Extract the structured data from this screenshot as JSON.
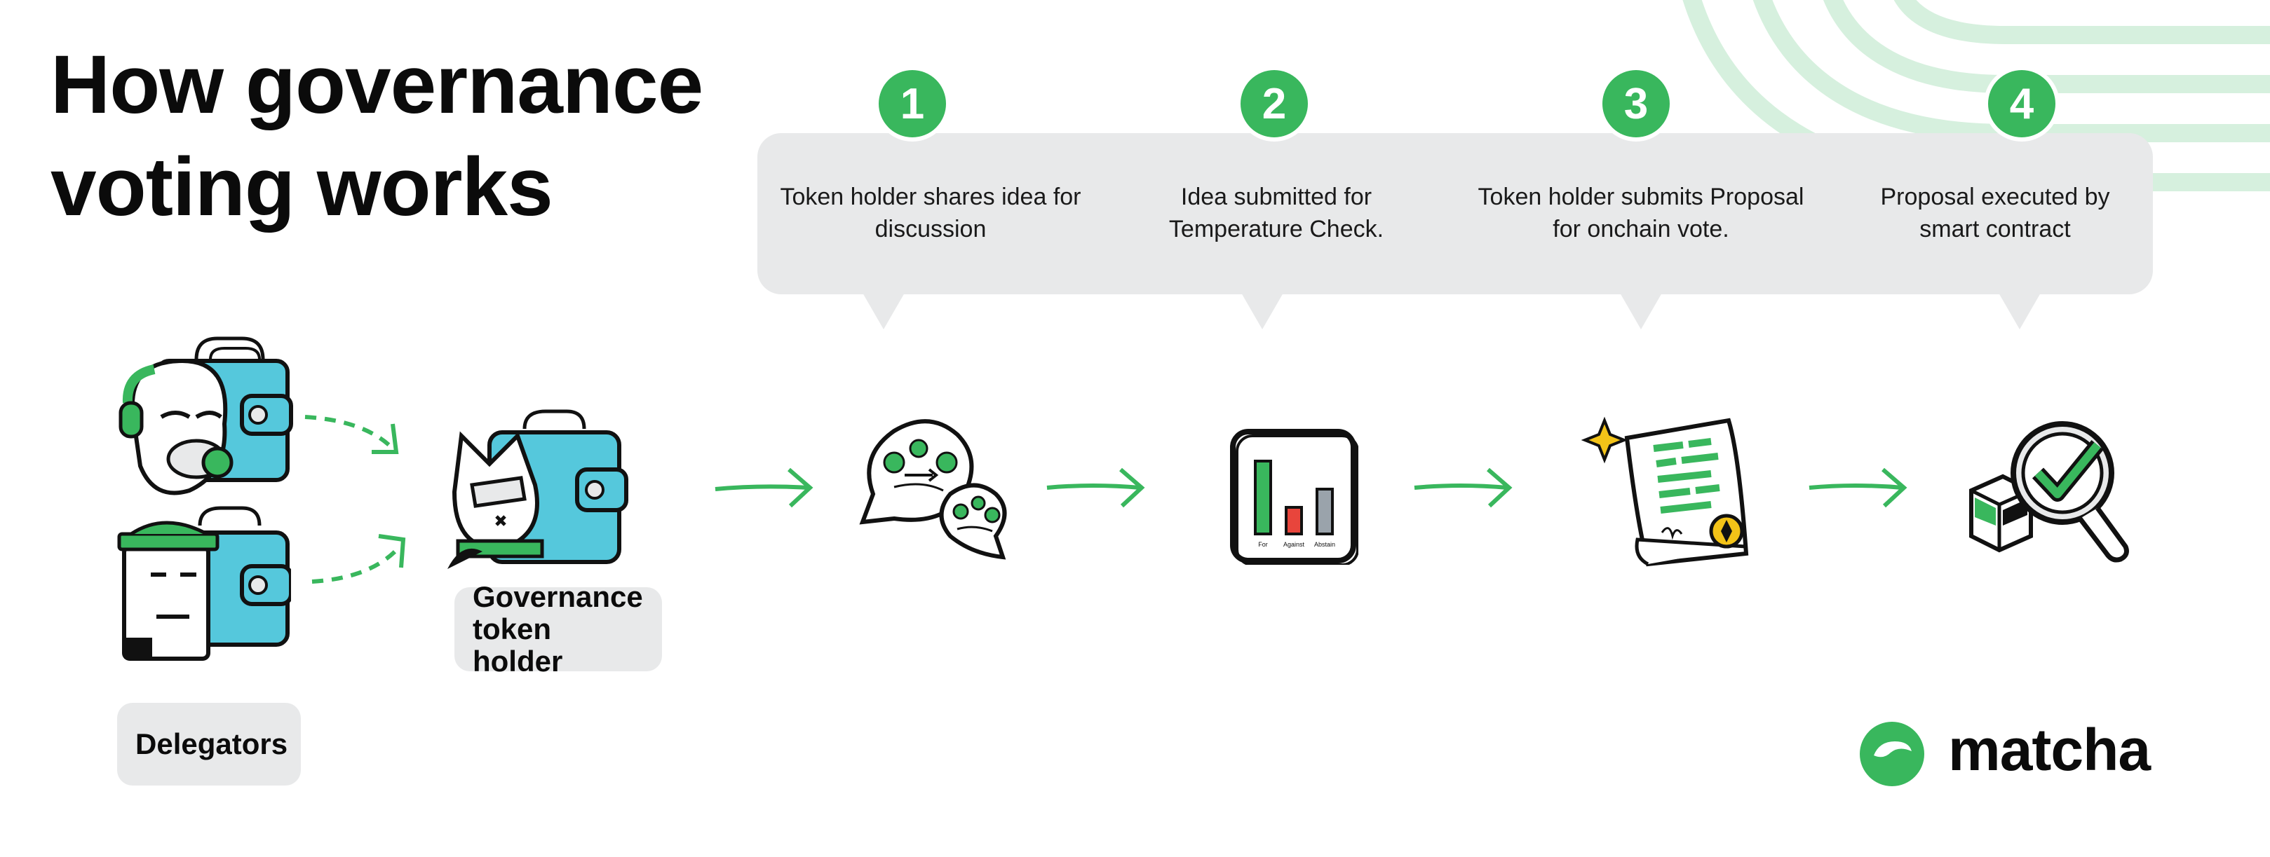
{
  "title": "How governance voting works",
  "colors": {
    "accent": "#39b75d",
    "panel": "#e8e9ea",
    "stripe": "#d6f0de",
    "wallet": "#55c8dc"
  },
  "steps": [
    {
      "number": "1",
      "text": "Token holder shares idea for discussion",
      "icon": "chat-bubbles-icon"
    },
    {
      "number": "2",
      "text": "Idea submitted for Temperature Check.",
      "icon": "bar-chart-icon"
    },
    {
      "number": "3",
      "text": "Token holder submits Proposal for onchain vote.",
      "icon": "signed-document-icon"
    },
    {
      "number": "4",
      "text": "Proposal executed by smart contract",
      "icon": "magnifier-check-icon"
    }
  ],
  "chart_labels": {
    "for": "For",
    "against": "Against",
    "abstain": "Abstain"
  },
  "labels": {
    "delegators": "Delegators",
    "token_holder": "Governance token holder"
  },
  "brand": {
    "name": "matcha",
    "icon": "matcha-logo-icon"
  }
}
